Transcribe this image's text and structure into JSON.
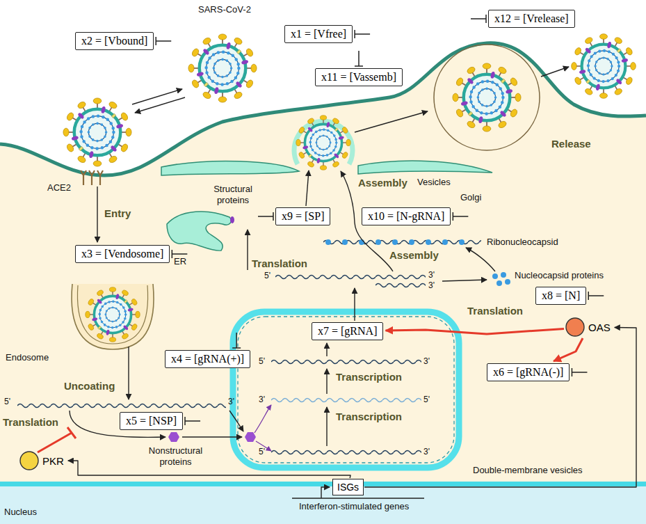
{
  "diagram": {
    "nodes": [
      {
        "text": [
          "x12 = [Vrelease]"
        ]
      },
      {
        "text": [
          "x1 = [Vfree]"
        ]
      },
      {
        "text": [
          "x2 = [Vbound]"
        ]
      },
      {
        "text": [
          "x11 = [Vassemb]"
        ]
      },
      {
        "text": [
          "x9 = [SP]"
        ]
      },
      {
        "text": [
          "x10 = [N-gRNA]"
        ]
      },
      {
        "text": [
          "x3 = [Vendosome]"
        ]
      },
      {
        "text": [
          "x8 = [N]"
        ]
      },
      {
        "text": [
          "x7 = [gRNA]"
        ]
      },
      {
        "text": [
          "OAS"
        ]
      },
      {
        "text": [
          "x4 = [gRNA(+)]"
        ]
      },
      {
        "text": [
          "x6 = [gRNA(-)]"
        ]
      },
      {
        "text": [
          "x5 = [NSP]"
        ]
      },
      {
        "text": [
          "PKR"
        ]
      },
      {
        "text": [
          "ISGs"
        ]
      }
    ],
    "edges": [
      {
        "from": 14,
        "to": 13,
        "arrow": "to"
      },
      {
        "from": 14,
        "to": 9,
        "arrow": "to"
      },
      {
        "from": 9,
        "to": 8,
        "arrow": "to"
      },
      {
        "from": 9,
        "to": 11,
        "arrow": "to"
      }
    ],
    "labels": [
      "SARS-CoV-2",
      "ACE2",
      "Entry",
      "Endosome",
      "Uncoating",
      "Translation",
      "5'",
      "3'",
      "Nonstructural proteins",
      "Structural proteins",
      "Assembly",
      "ER",
      "Golgi",
      "Vesicles",
      "Release",
      "Translation",
      "5'",
      "3'",
      "3'",
      "Ribonucleocapsid",
      "Assembly",
      "Nucleocapsid proteins",
      "Translation",
      "5'",
      "3'",
      "Transcription",
      "3'",
      "5'",
      "Transcription",
      "5'",
      "3'",
      "Double-membrane vesicles",
      "Nucleus",
      "Interferon-stimulated genes"
    ]
  }
}
